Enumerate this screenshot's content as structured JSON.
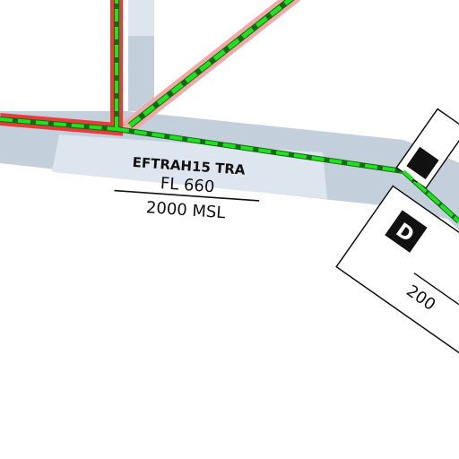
{
  "airspace_label": {
    "name": "EFTRAH15 TRA",
    "upper": "FL 660",
    "lower": "2000 MSL"
  },
  "right_label": {
    "class_letter": "D",
    "lower_partial": "200"
  },
  "colors": {
    "background": "#ffffff",
    "airspace_band": "#c3d0dc",
    "airspace_band_light": "#dde6ee",
    "boundary_red": "#ea3b3b",
    "boundary_red_faded": "#f3a8a8",
    "route_green": "#1ee21e",
    "route_green_dark": "#136a13",
    "label_box": "#111111"
  }
}
